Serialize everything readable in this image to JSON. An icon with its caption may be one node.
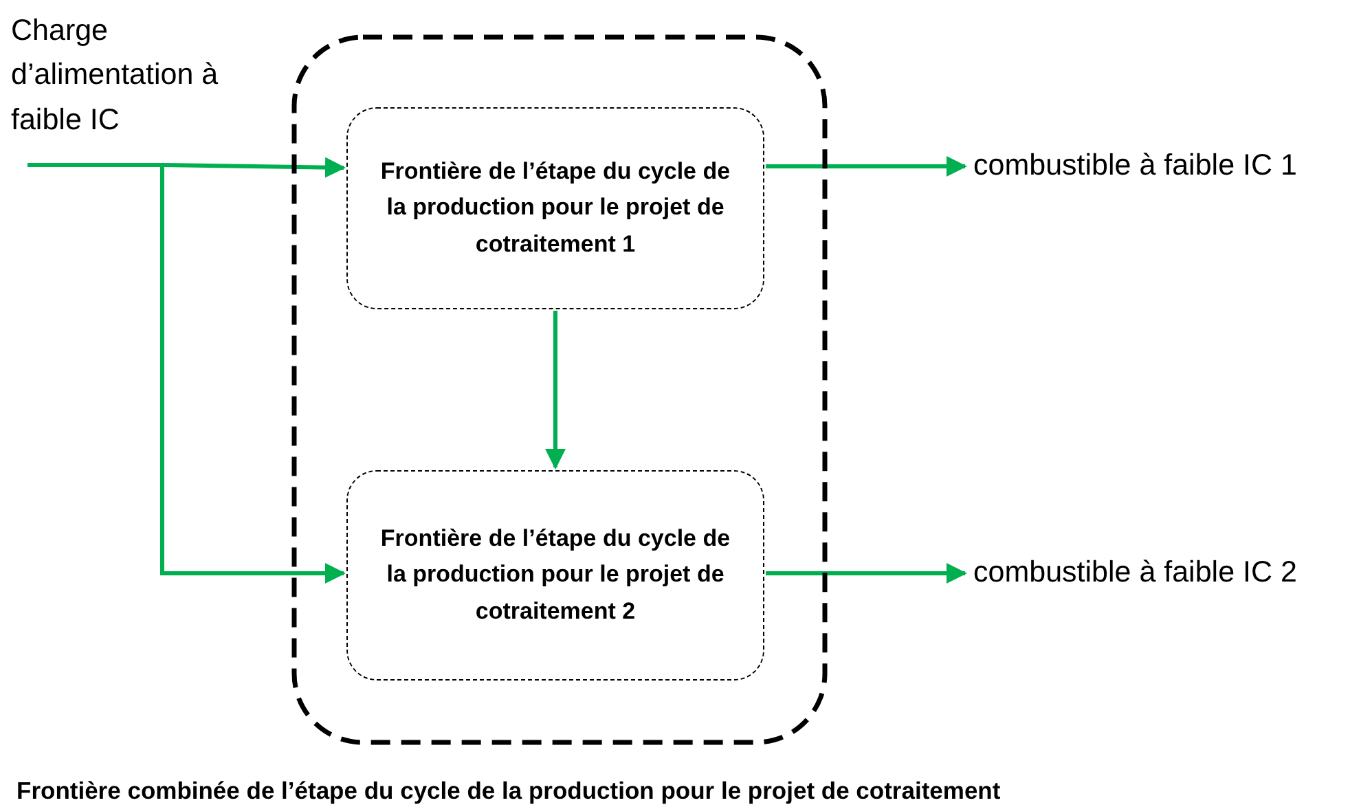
{
  "diagram": {
    "nodes": [
      {
        "text": [
          "Charge d’alimentation à faible IC"
        ]
      },
      {
        "text": [
          "Frontière combinée de l’étape du cycle de la production pour le projet de cotraitement"
        ]
      },
      {
        "text": [
          "Frontière de l’étape du cycle de la production pour le projet de cotraitement 1"
        ],
        "in": 1
      },
      {
        "text": [
          "Frontière de l’étape du cycle de la production pour le projet de cotraitement 2"
        ],
        "in": 1
      },
      {
        "text": [
          "combustible à faible IC 1"
        ]
      },
      {
        "text": [
          "combustible à faible IC 2"
        ]
      }
    ],
    "edges": [
      {
        "from": 0,
        "to": 2,
        "arrow": "to"
      },
      {
        "from": 0,
        "to": 3,
        "arrow": "to"
      },
      {
        "from": 2,
        "to": 3,
        "arrow": "to"
      },
      {
        "from": 2,
        "to": 4,
        "arrow": "to"
      },
      {
        "from": 3,
        "to": 5,
        "arrow": "to"
      }
    ]
  }
}
